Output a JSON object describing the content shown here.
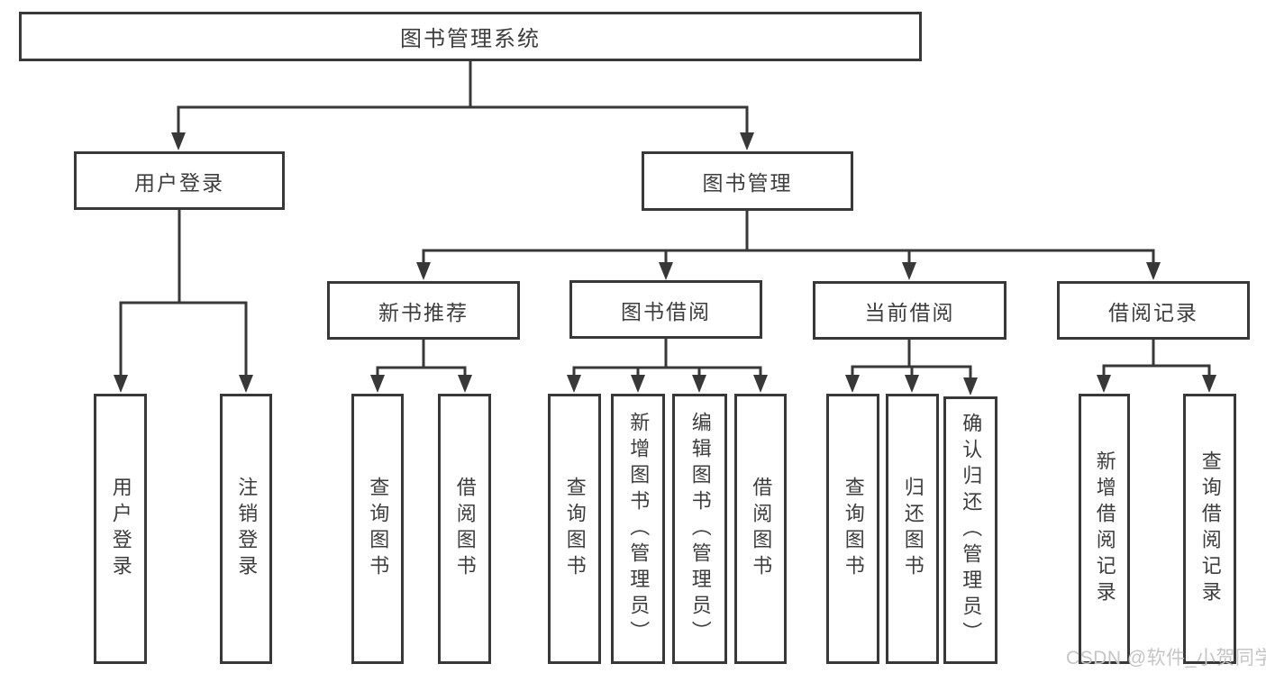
{
  "colors": {
    "line": "#383838",
    "box_border": "#383838",
    "text": "#3d3d3d",
    "watermark": "#c5c5c5",
    "background": "#ffffff"
  },
  "watermark": {
    "text": "CSDN @软件_小贺同学"
  },
  "tree": {
    "root": "图书管理系统",
    "children": [
      {
        "label": "用户登录",
        "children": [
          "用户登录",
          "注销登录"
        ]
      },
      {
        "label": "图书管理",
        "children": [
          {
            "label": "新书推荐",
            "children": [
              "查询图书",
              "借阅图书"
            ]
          },
          {
            "label": "图书借阅",
            "children": [
              "查询图书",
              "新增图书（管理员）",
              "编辑图书（管理员）",
              "借阅图书"
            ]
          },
          {
            "label": "当前借阅",
            "children": [
              "查询图书",
              "归还图书",
              "确认归还（管理员）"
            ]
          },
          {
            "label": "借阅记录",
            "children": [
              "新增借阅记录",
              "查询借阅记录"
            ]
          }
        ]
      }
    ]
  }
}
